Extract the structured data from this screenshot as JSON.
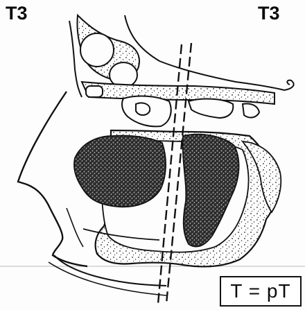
{
  "labels": {
    "top_left": "T3",
    "top_right": "T3",
    "formula": "T = pT"
  },
  "colors": {
    "ink": "#111111",
    "paper": "#fdfdfd",
    "tumor": "#1f1f1f"
  }
}
